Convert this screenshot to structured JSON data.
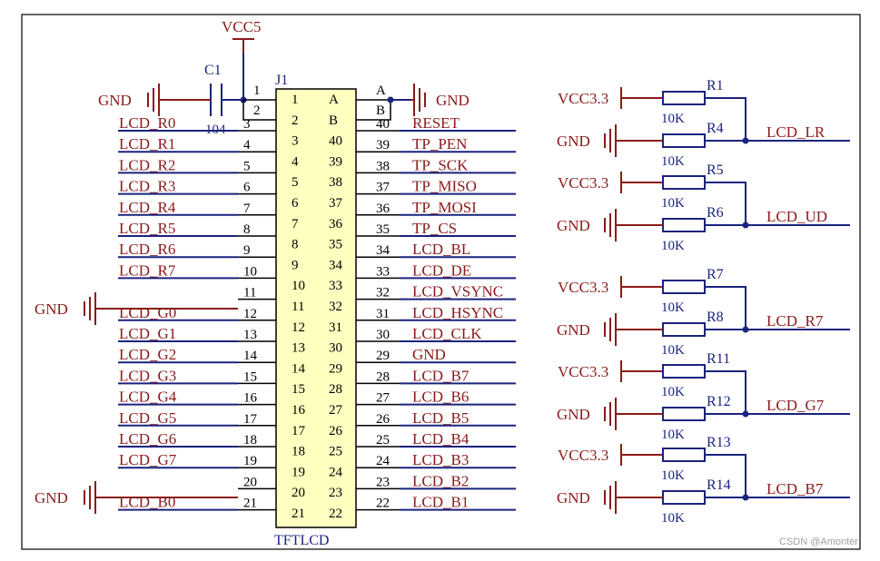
{
  "title": "",
  "connector": {
    "ref": "J1",
    "name": "TFTLCD",
    "rows": [
      {
        "l": "1",
        "r": "A"
      },
      {
        "l": "2",
        "r": "B"
      },
      {
        "l": "3",
        "r": "40"
      },
      {
        "l": "4",
        "r": "39"
      },
      {
        "l": "5",
        "r": "38"
      },
      {
        "l": "6",
        "r": "37"
      },
      {
        "l": "7",
        "r": "36"
      },
      {
        "l": "8",
        "r": "35"
      },
      {
        "l": "9",
        "r": "34"
      },
      {
        "l": "10",
        "r": "33"
      },
      {
        "l": "11",
        "r": "32"
      },
      {
        "l": "12",
        "r": "31"
      },
      {
        "l": "13",
        "r": "30"
      },
      {
        "l": "14",
        "r": "29"
      },
      {
        "l": "15",
        "r": "28"
      },
      {
        "l": "16",
        "r": "27"
      },
      {
        "l": "17",
        "r": "26"
      },
      {
        "l": "18",
        "r": "25"
      },
      {
        "l": "19",
        "r": "24"
      },
      {
        "l": "20",
        "r": "23"
      },
      {
        "l": "21",
        "r": "22"
      }
    ]
  },
  "left_pins": [
    {
      "pin": "1",
      "net": ""
    },
    {
      "pin": "2",
      "net": ""
    },
    {
      "pin": "3",
      "net": "LCD_R0"
    },
    {
      "pin": "4",
      "net": "LCD_R1"
    },
    {
      "pin": "5",
      "net": "LCD_R2"
    },
    {
      "pin": "6",
      "net": "LCD_R3"
    },
    {
      "pin": "7",
      "net": "LCD_R4"
    },
    {
      "pin": "8",
      "net": "LCD_R5"
    },
    {
      "pin": "9",
      "net": "LCD_R6"
    },
    {
      "pin": "10",
      "net": "LCD_R7"
    },
    {
      "pin": "11",
      "net": ""
    },
    {
      "pin": "12",
      "net": "LCD_G0"
    },
    {
      "pin": "13",
      "net": "LCD_G1"
    },
    {
      "pin": "14",
      "net": "LCD_G2"
    },
    {
      "pin": "15",
      "net": "LCD_G3"
    },
    {
      "pin": "16",
      "net": "LCD_G4"
    },
    {
      "pin": "17",
      "net": "LCD_G5"
    },
    {
      "pin": "18",
      "net": "LCD_G6"
    },
    {
      "pin": "19",
      "net": "LCD_G7"
    },
    {
      "pin": "20",
      "net": ""
    },
    {
      "pin": "21",
      "net": "LCD_B0"
    }
  ],
  "right_pins": [
    {
      "pin": "A",
      "net": ""
    },
    {
      "pin": "B",
      "net": ""
    },
    {
      "pin": "40",
      "net": "RESET"
    },
    {
      "pin": "39",
      "net": "TP_PEN"
    },
    {
      "pin": "38",
      "net": "TP_SCK"
    },
    {
      "pin": "37",
      "net": "TP_MISO"
    },
    {
      "pin": "36",
      "net": "TP_MOSI"
    },
    {
      "pin": "35",
      "net": "TP_CS"
    },
    {
      "pin": "34",
      "net": "LCD_BL"
    },
    {
      "pin": "33",
      "net": "LCD_DE"
    },
    {
      "pin": "32",
      "net": "LCD_VSYNC"
    },
    {
      "pin": "31",
      "net": "LCD_HSYNC"
    },
    {
      "pin": "30",
      "net": "LCD_CLK"
    },
    {
      "pin": "29",
      "net": "GND"
    },
    {
      "pin": "28",
      "net": "LCD_B7"
    },
    {
      "pin": "27",
      "net": "LCD_B6"
    },
    {
      "pin": "26",
      "net": "LCD_B5"
    },
    {
      "pin": "25",
      "net": "LCD_B4"
    },
    {
      "pin": "24",
      "net": "LCD_B3"
    },
    {
      "pin": "23",
      "net": "LCD_B2"
    },
    {
      "pin": "22",
      "net": "LCD_B1"
    }
  ],
  "power": {
    "vcc5": "VCC5",
    "gnd": "GND",
    "vcc33": "VCC3.3"
  },
  "capacitor": {
    "ref": "C1",
    "value": "104"
  },
  "resistor_groups": [
    {
      "top": "R1",
      "bottom": "R4",
      "top_value": "10K",
      "bottom_value": "10K",
      "net": "LCD_LR"
    },
    {
      "top": "R5",
      "bottom": "R6",
      "top_value": "10K",
      "bottom_value": "10K",
      "net": "LCD_UD"
    },
    {
      "top": "R7",
      "bottom": "R8",
      "top_value": "10K",
      "bottom_value": "10K",
      "net": "LCD_R7"
    },
    {
      "top": "R11",
      "bottom": "R12",
      "top_value": "10K",
      "bottom_value": "10K",
      "net": "LCD_G7"
    },
    {
      "top": "R13",
      "bottom": "R14",
      "top_value": "10K",
      "bottom_value": "10K",
      "net": "LCD_B7"
    }
  ],
  "watermark": "CSDN @Amonter"
}
